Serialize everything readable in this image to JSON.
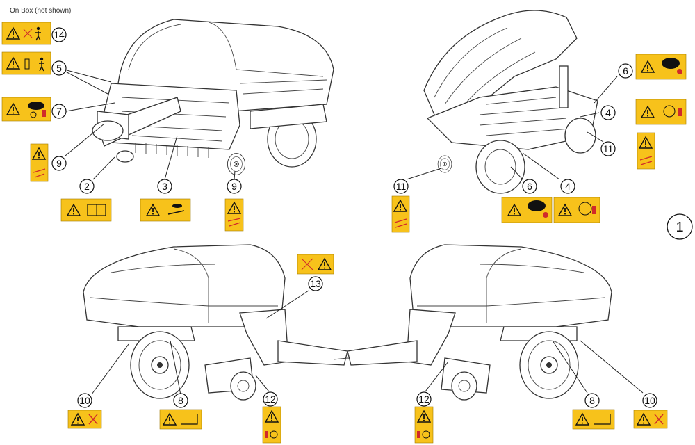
{
  "note": "On Box (not shown)",
  "figure_number": "1",
  "callouts": [
    "14",
    "5",
    "7",
    "9",
    "2",
    "3",
    "9",
    "6",
    "4",
    "11",
    "11",
    "6",
    "4",
    "13",
    "10",
    "8",
    "12",
    "12",
    "8",
    "10"
  ]
}
